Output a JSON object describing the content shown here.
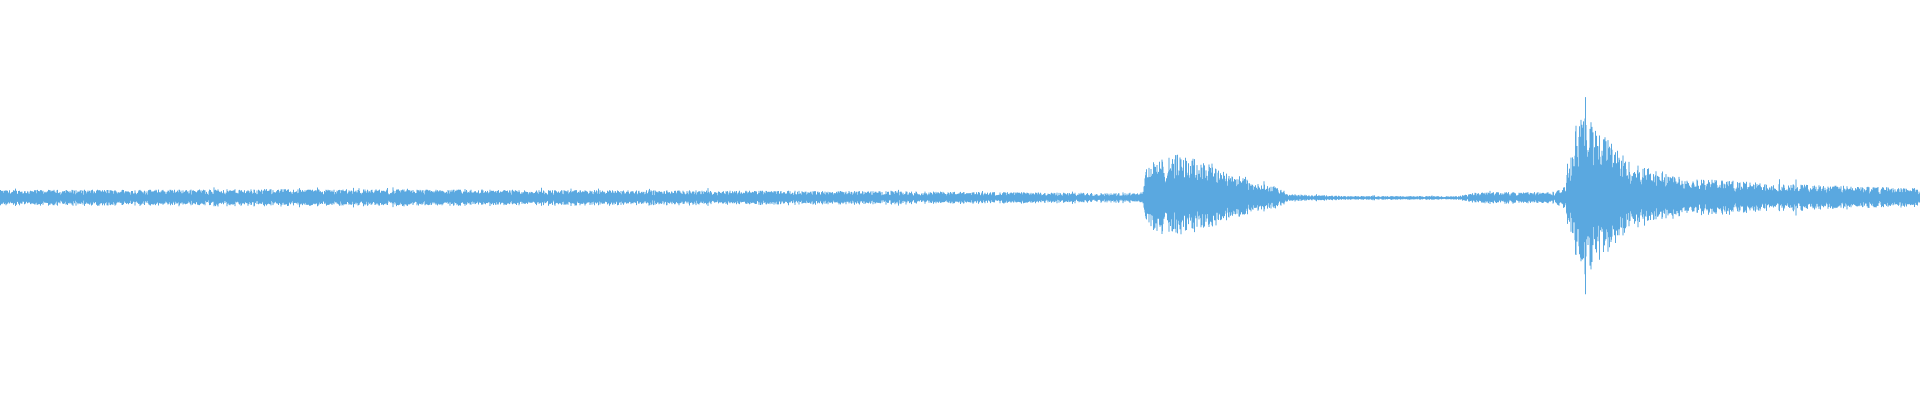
{
  "waveform": {
    "color": "#5aa8e0",
    "background": "#ffffff",
    "amplitude_profile": [
      {
        "t": 0.0,
        "a": 0.04
      },
      {
        "t": 0.15,
        "a": 0.045
      },
      {
        "t": 0.3,
        "a": 0.04
      },
      {
        "t": 0.45,
        "a": 0.035
      },
      {
        "t": 0.58,
        "a": 0.025
      },
      {
        "t": 0.595,
        "a": 0.028
      },
      {
        "t": 0.597,
        "a": 0.17
      },
      {
        "t": 0.612,
        "a": 0.22
      },
      {
        "t": 0.63,
        "a": 0.18
      },
      {
        "t": 0.65,
        "a": 0.09
      },
      {
        "t": 0.666,
        "a": 0.05
      },
      {
        "t": 0.67,
        "a": 0.02
      },
      {
        "t": 0.7,
        "a": 0.01
      },
      {
        "t": 0.76,
        "a": 0.01
      },
      {
        "t": 0.77,
        "a": 0.03
      },
      {
        "t": 0.81,
        "a": 0.03
      },
      {
        "t": 0.815,
        "a": 0.06
      },
      {
        "t": 0.822,
        "a": 0.43
      },
      {
        "t": 0.835,
        "a": 0.33
      },
      {
        "t": 0.85,
        "a": 0.17
      },
      {
        "t": 0.88,
        "a": 0.1
      },
      {
        "t": 0.93,
        "a": 0.07
      },
      {
        "t": 1.0,
        "a": 0.05
      }
    ]
  }
}
